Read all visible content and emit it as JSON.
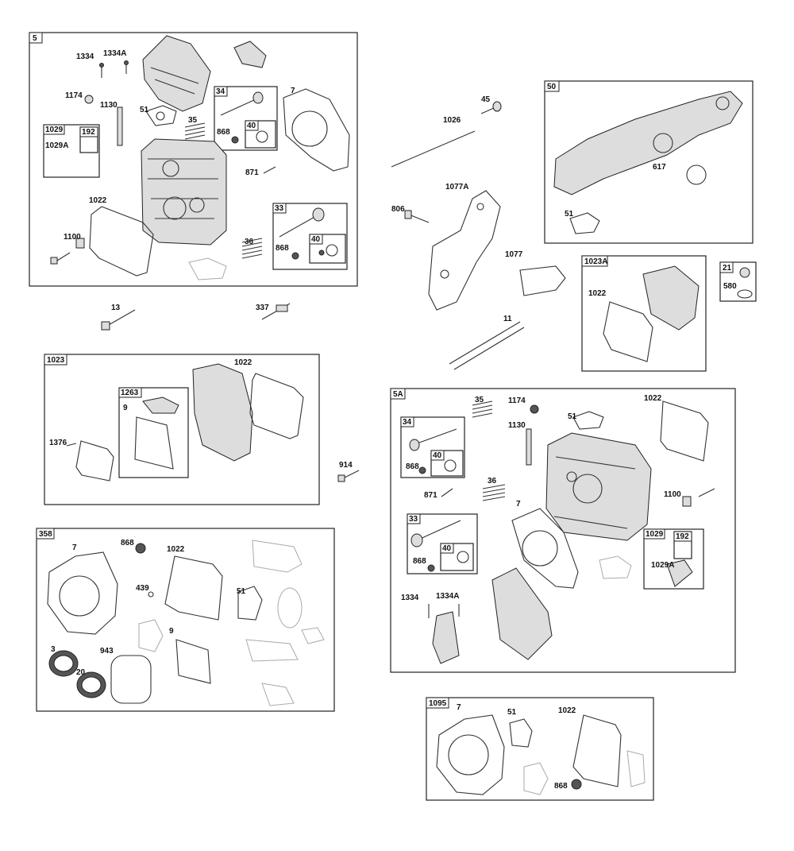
{
  "groups": [
    {
      "id": "g5",
      "tag": "5"
    },
    {
      "id": "g1029a",
      "tag": "1029"
    },
    {
      "id": "g192a",
      "tag": "192"
    },
    {
      "id": "g34a",
      "tag": "34"
    },
    {
      "id": "g40a",
      "tag": "40"
    },
    {
      "id": "g33a",
      "tag": "33"
    },
    {
      "id": "g40b",
      "tag": "40"
    },
    {
      "id": "g50",
      "tag": "50"
    },
    {
      "id": "g1023A",
      "tag": "1023A"
    },
    {
      "id": "g21",
      "tag": "21"
    },
    {
      "id": "g1023",
      "tag": "1023"
    },
    {
      "id": "g1263",
      "tag": "1263"
    },
    {
      "id": "g5A",
      "tag": "5A"
    },
    {
      "id": "g34b",
      "tag": "34"
    },
    {
      "id": "g40c",
      "tag": "40"
    },
    {
      "id": "g33b",
      "tag": "33"
    },
    {
      "id": "g40d",
      "tag": "40"
    },
    {
      "id": "g1029b",
      "tag": "1029"
    },
    {
      "id": "g192b",
      "tag": "192"
    },
    {
      "id": "g358",
      "tag": "358"
    },
    {
      "id": "g1095",
      "tag": "1095"
    }
  ],
  "labels": [
    {
      "id": "l1",
      "text": "1334"
    },
    {
      "id": "l2",
      "text": "1334A"
    },
    {
      "id": "l3",
      "text": "1174"
    },
    {
      "id": "l4",
      "text": "1130"
    },
    {
      "id": "l5",
      "text": "51"
    },
    {
      "id": "l6",
      "text": "35"
    },
    {
      "id": "l7",
      "text": "868"
    },
    {
      "id": "l8",
      "text": "7"
    },
    {
      "id": "l9",
      "text": "1029A"
    },
    {
      "id": "l10",
      "text": "871"
    },
    {
      "id": "l11",
      "text": "1022"
    },
    {
      "id": "l12",
      "text": "1100"
    },
    {
      "id": "l13",
      "text": "36"
    },
    {
      "id": "l14",
      "text": "868"
    },
    {
      "id": "l15",
      "text": "13"
    },
    {
      "id": "l16",
      "text": "337"
    },
    {
      "id": "l17",
      "text": "45"
    },
    {
      "id": "l18",
      "text": "1026"
    },
    {
      "id": "l19",
      "text": "1077A"
    },
    {
      "id": "l20",
      "text": "806"
    },
    {
      "id": "l21",
      "text": "1077"
    },
    {
      "id": "l22",
      "text": "11"
    },
    {
      "id": "l23",
      "text": "617"
    },
    {
      "id": "l24",
      "text": "51"
    },
    {
      "id": "l25",
      "text": "1022"
    },
    {
      "id": "l26",
      "text": "580"
    },
    {
      "id": "l27",
      "text": "1022"
    },
    {
      "id": "l28",
      "text": "9"
    },
    {
      "id": "l29",
      "text": "1376"
    },
    {
      "id": "l30",
      "text": "914"
    },
    {
      "id": "l31",
      "text": "35"
    },
    {
      "id": "l32",
      "text": "1174"
    },
    {
      "id": "l33",
      "text": "1022"
    },
    {
      "id": "l34",
      "text": "1130"
    },
    {
      "id": "l35",
      "text": "51"
    },
    {
      "id": "l36",
      "text": "868"
    },
    {
      "id": "l37",
      "text": "36"
    },
    {
      "id": "l38",
      "text": "871"
    },
    {
      "id": "l39",
      "text": "7"
    },
    {
      "id": "l40",
      "text": "1100"
    },
    {
      "id": "l41",
      "text": "868"
    },
    {
      "id": "l42",
      "text": "1029A"
    },
    {
      "id": "l43",
      "text": "1334"
    },
    {
      "id": "l44",
      "text": "1334A"
    },
    {
      "id": "l45",
      "text": "7"
    },
    {
      "id": "l46",
      "text": "868"
    },
    {
      "id": "l47",
      "text": "1022"
    },
    {
      "id": "l48",
      "text": "439"
    },
    {
      "id": "l49",
      "text": "51"
    },
    {
      "id": "l50",
      "text": "9"
    },
    {
      "id": "l51",
      "text": "3"
    },
    {
      "id": "l52",
      "text": "943"
    },
    {
      "id": "l53",
      "text": "20"
    },
    {
      "id": "l54",
      "text": "7"
    },
    {
      "id": "l55",
      "text": "51"
    },
    {
      "id": "l56",
      "text": "1022"
    },
    {
      "id": "l57",
      "text": "868"
    }
  ]
}
